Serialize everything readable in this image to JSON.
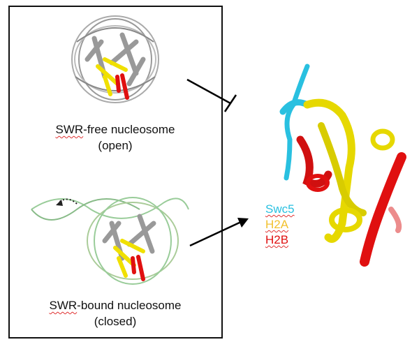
{
  "panel_top": {
    "name_prefix": "SWR",
    "name_rest": "-free nucleosome",
    "state": "(open)"
  },
  "panel_bottom": {
    "name_prefix": "SWR",
    "name_rest": "-bound nucleosome",
    "state": "(closed)"
  },
  "legend": [
    {
      "label": "Swc5",
      "color": "#29c0e0"
    },
    {
      "label": "H2A",
      "color": "#f2c12e"
    },
    {
      "label": "H2B",
      "color": "#e01010"
    }
  ]
}
